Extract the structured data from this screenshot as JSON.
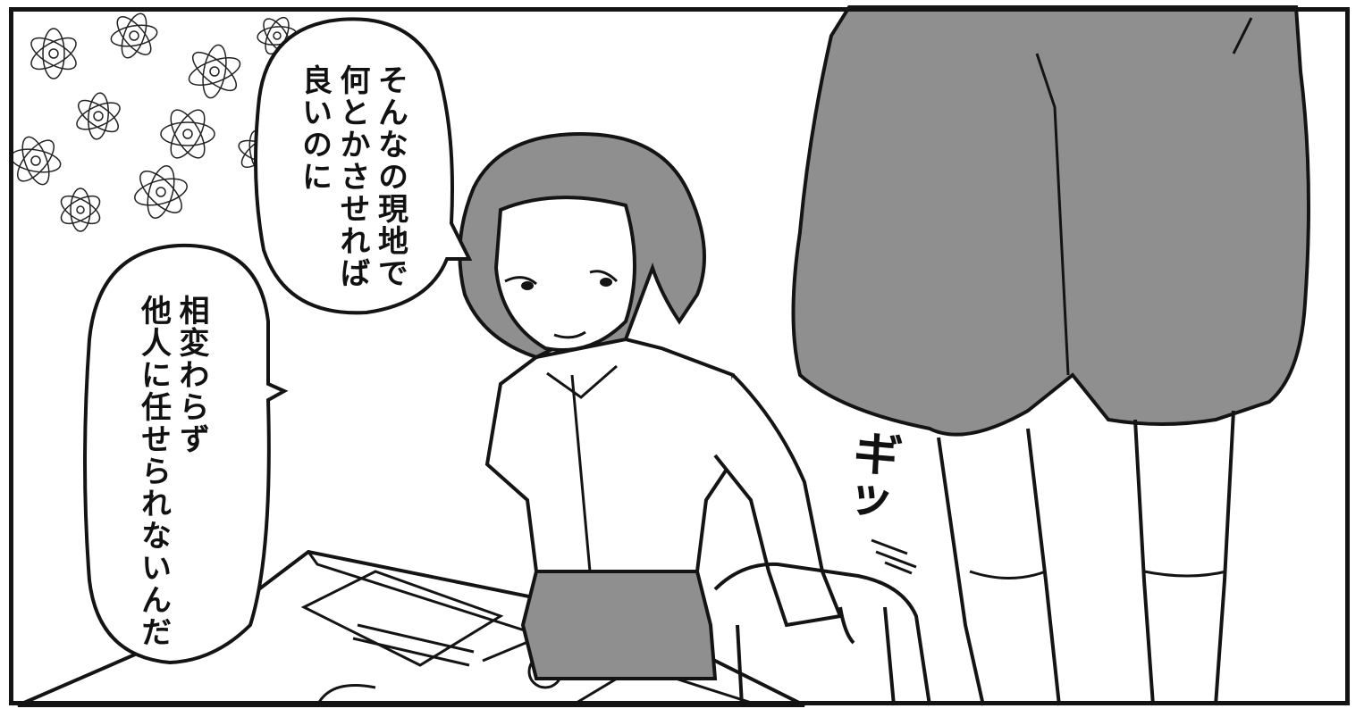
{
  "panel": {
    "bubble_top": {
      "lines": [
        "そんなの現地で",
        "何とかさせれば",
        "良いのに"
      ]
    },
    "bubble_left": {
      "lines": [
        "相変わらず",
        "他人に任せられないんだ"
      ]
    },
    "sound_effect": "ギッ"
  },
  "colors": {
    "ink": "#141414",
    "screentone_gray": "#8f8f8f",
    "paper": "#ffffff"
  }
}
